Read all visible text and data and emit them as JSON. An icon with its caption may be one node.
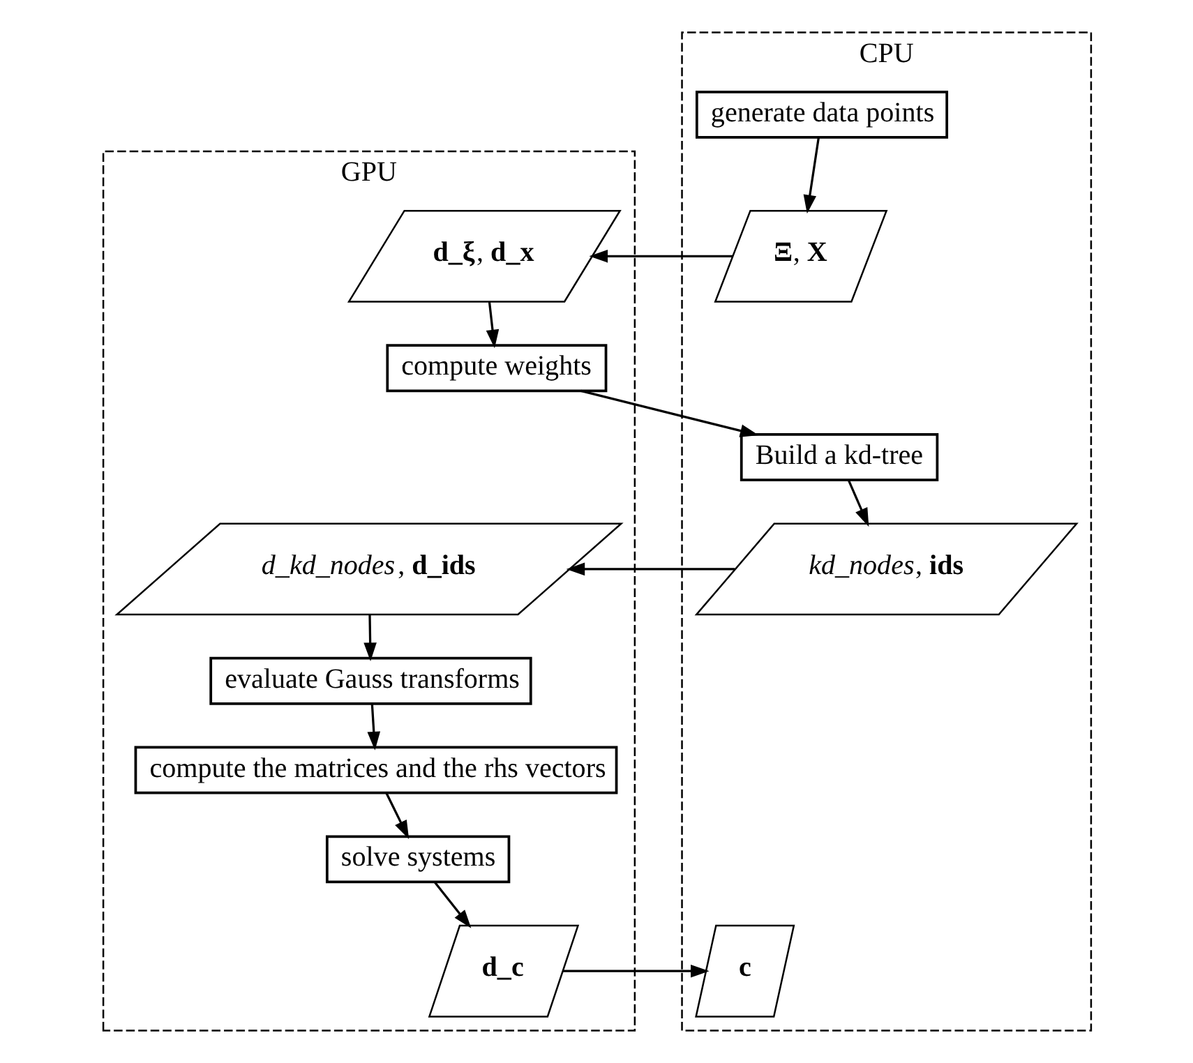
{
  "diagram": {
    "nodes": [
      {
        "text": [
          "GPU"
        ]
      },
      {
        "text": [
          "CPU"
        ]
      },
      {
        "text": [
          "generate data points"
        ],
        "in": 1
      },
      {
        "text": [
          "**d_ξ**, **d_x**"
        ],
        "in": 0
      },
      {
        "text": [
          "**Ξ**, **X**"
        ],
        "in": 1
      },
      {
        "text": [
          "compute weights"
        ],
        "in": 0
      },
      {
        "text": [
          "Build a kd-tree"
        ],
        "in": 1
      },
      {
        "text": [
          "*d_kd_nodes*, **d_ids**"
        ],
        "in": 0
      },
      {
        "text": [
          "*kd_nodes*, **ids**"
        ],
        "in": 1
      },
      {
        "text": [
          "evaluate Gauss transforms"
        ],
        "in": 0
      },
      {
        "text": [
          "compute the matrices and the rhs vectors"
        ],
        "in": 0
      },
      {
        "text": [
          "solve systems"
        ],
        "in": 0
      },
      {
        "text": [
          "d_c"
        ],
        "in": 0
      },
      {
        "text": [
          "c"
        ],
        "in": 1
      }
    ],
    "edges": [
      {
        "from": 2,
        "to": 4,
        "arrow": "to"
      },
      {
        "from": 4,
        "to": 3,
        "arrow": "to"
      },
      {
        "from": 3,
        "to": 5,
        "arrow": "to"
      },
      {
        "from": 5,
        "to": 6,
        "arrow": "to"
      },
      {
        "from": 6,
        "to": 8,
        "arrow": "to"
      },
      {
        "from": 8,
        "to": 7,
        "arrow": "to"
      },
      {
        "from": 7,
        "to": 9,
        "arrow": "to"
      },
      {
        "from": 9,
        "to": 10,
        "arrow": "to"
      },
      {
        "from": 10,
        "to": 11,
        "arrow": "to"
      },
      {
        "from": 11,
        "to": 12,
        "arrow": "to"
      },
      {
        "from": 12,
        "to": 13,
        "arrow": "to"
      }
    ]
  }
}
